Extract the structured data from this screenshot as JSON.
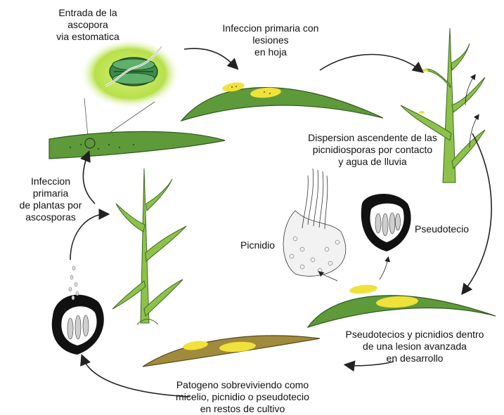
{
  "labels": {
    "stomatal_entry": [
      "Entrada de la",
      "ascopora",
      "via estomatica"
    ],
    "primary_infection_leaf": [
      "Infeccion primaria con",
      "lesiones",
      "en hoja"
    ],
    "upward_dispersal": [
      "Dispersion ascendente de las",
      "picnidiosporas por contacto",
      "y agua de lluvia"
    ],
    "primary_infection_plants": [
      "Infeccion",
      "primaria",
      "de plantas por",
      "ascosporas"
    ],
    "pycnidium": "Picnidio",
    "pseudothecium": "Pseudotecio",
    "advanced_lesion": [
      "Pseudotecios y picnidios dentro",
      "de una lesion avanzada",
      "en desarrollo"
    ],
    "survival": [
      "Patogeno sobreviviendo como",
      "micelio, picnidio o pseudotecio",
      "en restos de cultivo"
    ]
  },
  "colors": {
    "leaf_green": "#5f9a3a",
    "leaf_dark": "#2f5a1e",
    "lesion_yellow": "#f0e23a",
    "debris_brown": "#a08a3c",
    "glow_green": "#b8e04a",
    "arrow": "#222222"
  }
}
